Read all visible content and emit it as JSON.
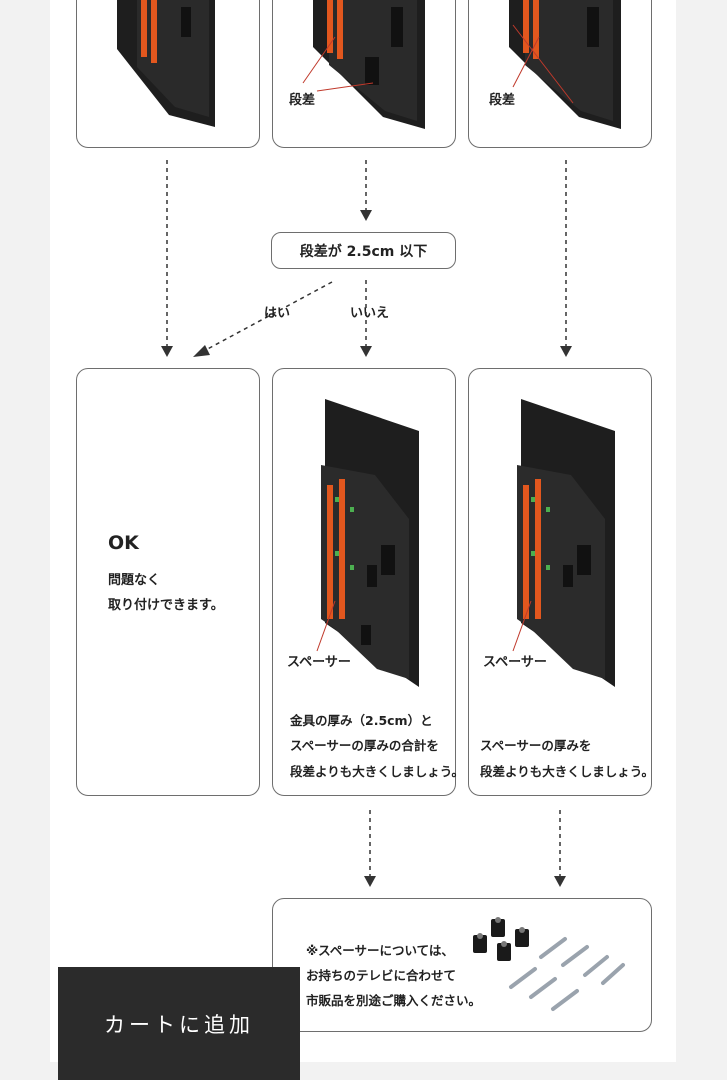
{
  "flow": {
    "step_label": "段差",
    "question": "段差が 2.5cm 以下",
    "branch_yes": "はい",
    "branch_no": "いいえ"
  },
  "result_ok": {
    "title": "OK",
    "line1": "問題なく",
    "line2": "取り付けできます。"
  },
  "result_spacer_metal": {
    "spacer_label": "スペーサー",
    "line1": "金具の厚み（2.5cm）と",
    "line2": "スペーサーの厚みの合計を",
    "line3": "段差よりも大きくしましょう。"
  },
  "result_spacer": {
    "spacer_label": "スペーサー",
    "line1": "スペーサーの厚みを",
    "line2": "段差よりも大きくしましょう。"
  },
  "spacer_note": {
    "line1": "※スペーサーについては、",
    "line2": "お持ちのテレビに合わせて",
    "line3": "市販品を別途ご購入ください。"
  },
  "cart": {
    "label": "カートに追加"
  },
  "colors": {
    "bracket": "#e2571e",
    "tv": "#1e1e1e",
    "spacer_green": "#4caf50",
    "callout_line": "#c0392b"
  }
}
